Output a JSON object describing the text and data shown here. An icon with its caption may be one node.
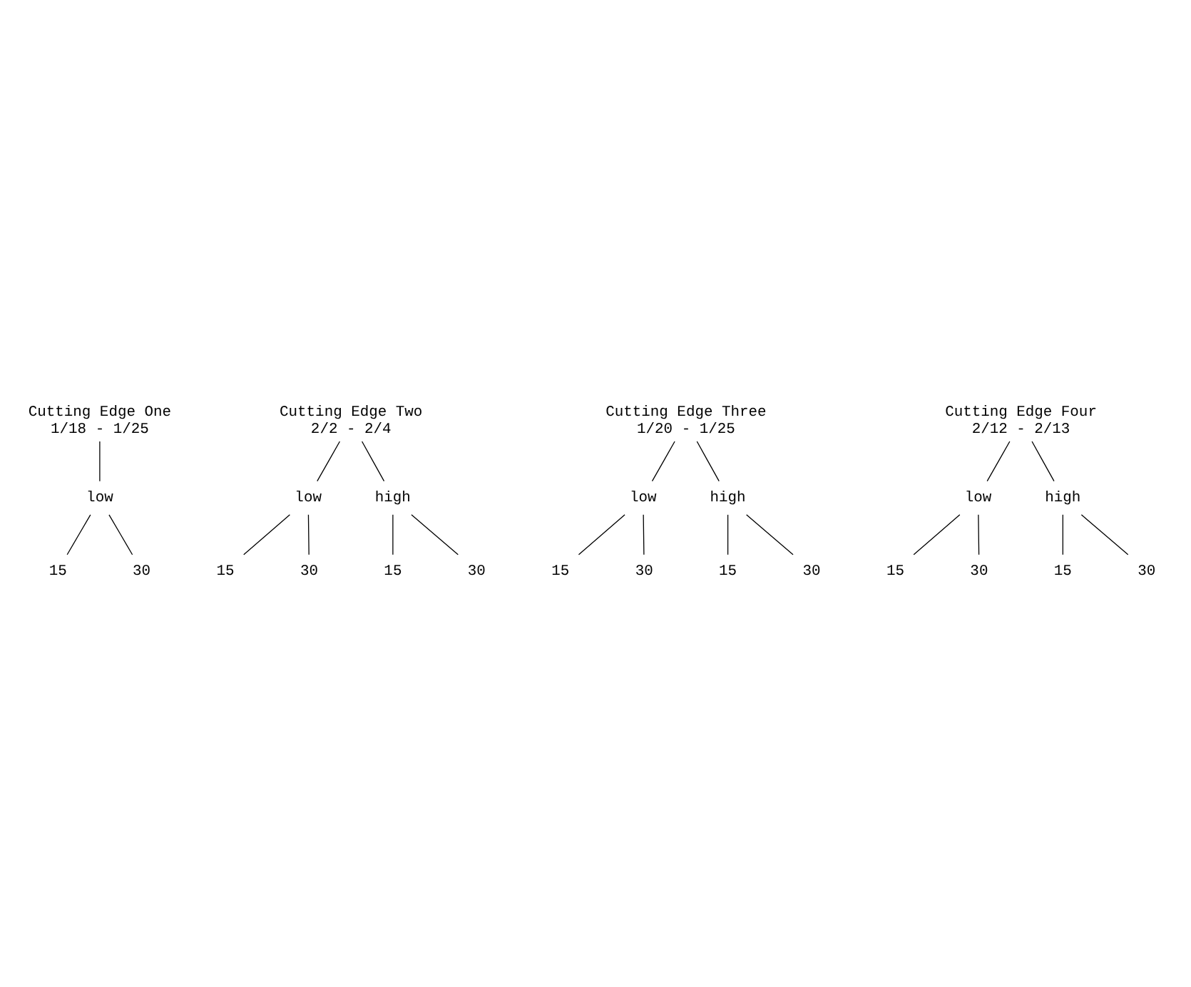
{
  "diagram": {
    "nodes": [
      {
        "text": [
          "Cutting Edge One",
          "1/18 - 1/25"
        ]
      },
      {
        "text": [
          "low"
        ]
      },
      {
        "text": [
          "15"
        ]
      },
      {
        "text": [
          "30"
        ]
      },
      {
        "text": [
          "Cutting Edge Two",
          "2/2 - 2/4"
        ]
      },
      {
        "text": [
          "low"
        ]
      },
      {
        "text": [
          "high"
        ]
      },
      {
        "text": [
          "15"
        ]
      },
      {
        "text": [
          "30"
        ]
      },
      {
        "text": [
          "15"
        ]
      },
      {
        "text": [
          "30"
        ]
      },
      {
        "text": [
          "Cutting Edge Three",
          "1/20 - 1/25"
        ]
      },
      {
        "text": [
          "low"
        ]
      },
      {
        "text": [
          "high"
        ]
      },
      {
        "text": [
          "15"
        ]
      },
      {
        "text": [
          "30"
        ]
      },
      {
        "text": [
          "15"
        ]
      },
      {
        "text": [
          "30"
        ]
      },
      {
        "text": [
          "Cutting Edge Four",
          "2/12 - 2/13"
        ]
      },
      {
        "text": [
          "low"
        ]
      },
      {
        "text": [
          "high"
        ]
      },
      {
        "text": [
          "15"
        ]
      },
      {
        "text": [
          "30"
        ]
      },
      {
        "text": [
          "15"
        ]
      },
      {
        "text": [
          "30"
        ]
      }
    ],
    "edges": [
      {
        "from": 0,
        "to": 1,
        "arrow": "none"
      },
      {
        "from": 1,
        "to": 2,
        "arrow": "none"
      },
      {
        "from": 1,
        "to": 3,
        "arrow": "none"
      },
      {
        "from": 4,
        "to": 5,
        "arrow": "none"
      },
      {
        "from": 4,
        "to": 6,
        "arrow": "none"
      },
      {
        "from": 5,
        "to": 7,
        "arrow": "none"
      },
      {
        "from": 5,
        "to": 8,
        "arrow": "none"
      },
      {
        "from": 6,
        "to": 9,
        "arrow": "none"
      },
      {
        "from": 6,
        "to": 10,
        "arrow": "none"
      },
      {
        "from": 11,
        "to": 12,
        "arrow": "none"
      },
      {
        "from": 11,
        "to": 13,
        "arrow": "none"
      },
      {
        "from": 12,
        "to": 14,
        "arrow": "none"
      },
      {
        "from": 12,
        "to": 15,
        "arrow": "none"
      },
      {
        "from": 13,
        "to": 16,
        "arrow": "none"
      },
      {
        "from": 13,
        "to": 17,
        "arrow": "none"
      },
      {
        "from": 18,
        "to": 19,
        "arrow": "none"
      },
      {
        "from": 18,
        "to": 20,
        "arrow": "none"
      },
      {
        "from": 19,
        "to": 21,
        "arrow": "none"
      },
      {
        "from": 19,
        "to": 22,
        "arrow": "none"
      },
      {
        "from": 20,
        "to": 23,
        "arrow": "none"
      },
      {
        "from": 20,
        "to": 24,
        "arrow": "none"
      }
    ]
  }
}
